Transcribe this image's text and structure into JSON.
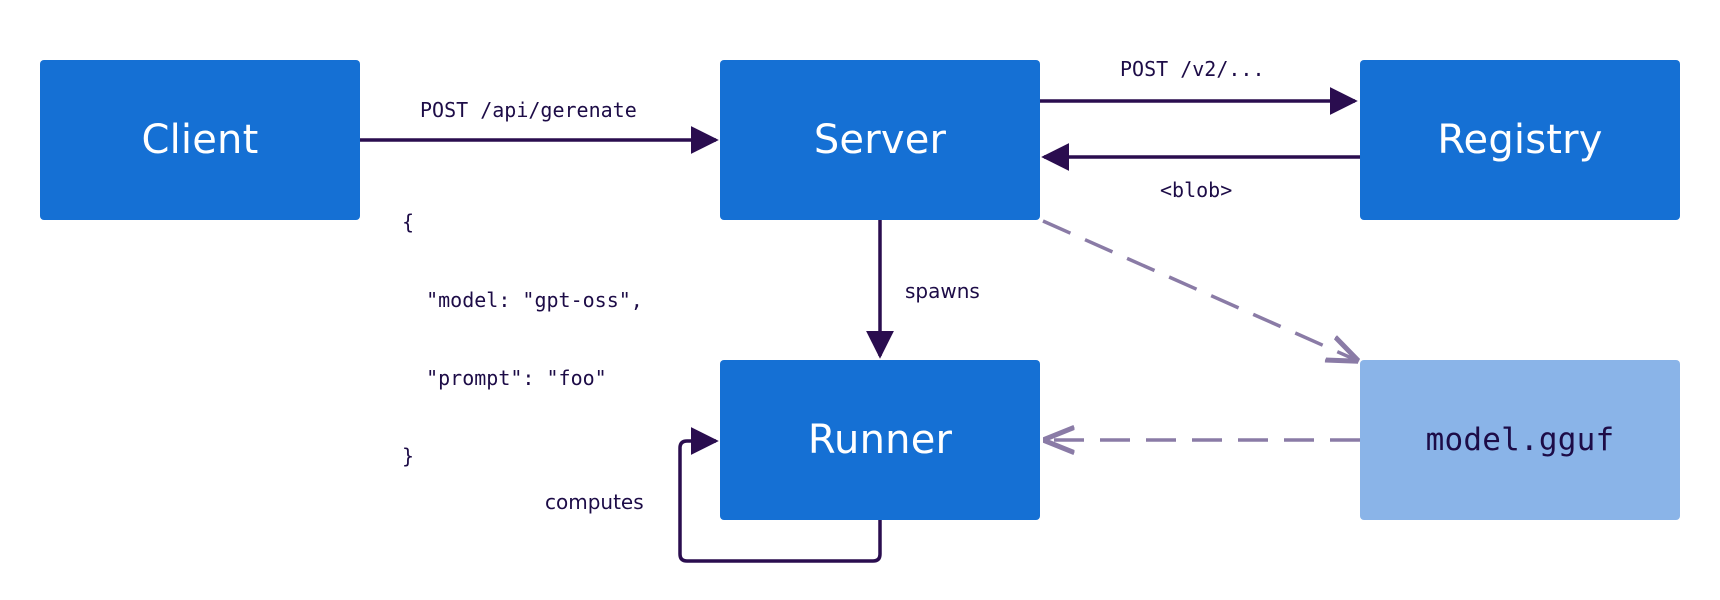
{
  "nodes": {
    "client": "Client",
    "server": "Server",
    "registry": "Registry",
    "runner": "Runner",
    "model_file": "model.gguf"
  },
  "edges": {
    "client_to_server": "POST /api/gerenate",
    "request_body": [
      "{",
      "  \"model: \"gpt-oss\",",
      "  \"prompt\": \"foo\"",
      "}"
    ],
    "server_to_registry": "POST /v2/...",
    "registry_to_server": "<blob>",
    "server_to_runner": "spawns",
    "runner_self": "computes"
  },
  "colors": {
    "node_primary": "#1570d4",
    "node_light": "#8ab4e8",
    "edge_solid": "#2a0d4f",
    "edge_dashed": "#8a7ba6",
    "text_dark": "#1d0c47"
  }
}
